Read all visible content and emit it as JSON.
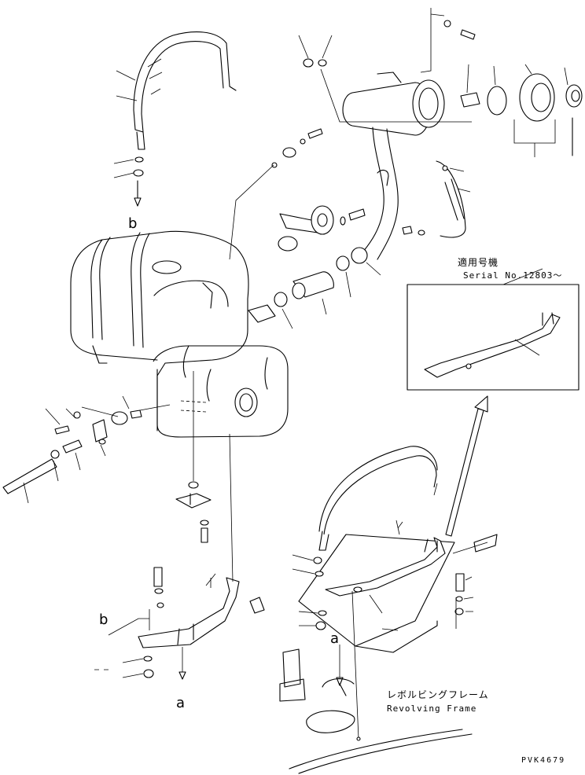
{
  "labels": {
    "b_top": "b",
    "b_bottom": "b",
    "a_bottom": "a",
    "a_frame": "a"
  },
  "inset": {
    "title_jp": "適用号機",
    "serial": "Serial No.12803～"
  },
  "revolving_frame": {
    "label_jp": "レボルビングフレーム",
    "label_en": "Revolving Frame"
  },
  "drawing_code": "PVK4679",
  "colors": {
    "line": "#000000",
    "background": "#ffffff"
  }
}
